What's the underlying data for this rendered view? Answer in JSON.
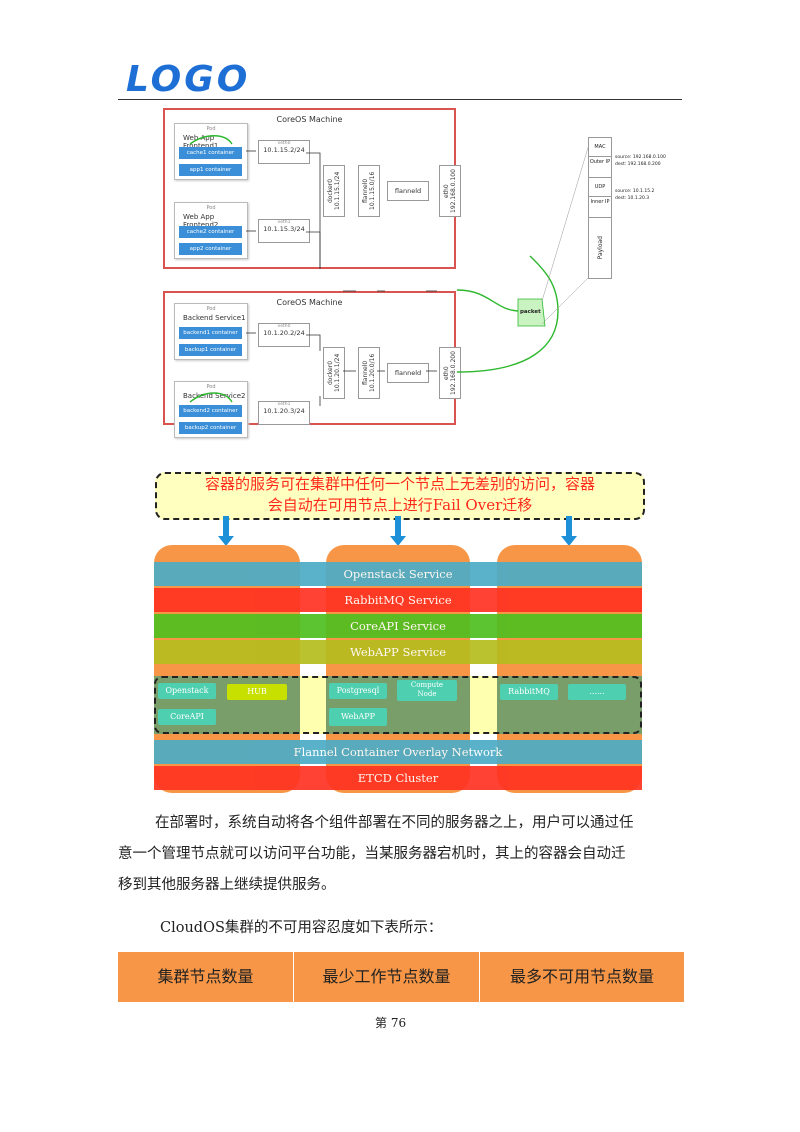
{
  "header": {
    "logo": "LOGO"
  },
  "diagram": {
    "machine_title": "CoreOS Machine",
    "pod_label": "Pod",
    "top": {
      "pod1": {
        "name": "Web App Frontend1",
        "c1": "cache1 container",
        "c2": "app1 container",
        "veth": "veth0",
        "ip": "10.1.15.2/24"
      },
      "pod2": {
        "name": "Web App Frontend2",
        "c1": "cache2 container",
        "c2": "app2 container",
        "veth": "veth1",
        "ip": "10.1.15.3/24"
      },
      "docker0": "docker0",
      "docker0_ip": "10.1.15.1/24",
      "flannel0": "flannel0",
      "flannel0_ip": "10.1.15.0/16",
      "flanneld": "flanneld",
      "eth0": "eth0",
      "eth0_ip": "192.168.0.100"
    },
    "bottom": {
      "pod1": {
        "name": "Backend Service1",
        "c1": "backend1 container",
        "c2": "backup1 container",
        "veth": "veth0",
        "ip": "10.1.20.2/24"
      },
      "pod2": {
        "name": "Backend Service2",
        "c1": "backend2 container",
        "c2": "backup2 container",
        "veth": "veth1",
        "ip": "10.1.20.3/24"
      },
      "docker0": "docker0",
      "docker0_ip": "10.1.20.1/24",
      "flannel0": "flannel0",
      "flannel0_ip": "10.1.20.0/16",
      "flanneld": "flanneld",
      "eth0": "eth0",
      "eth0_ip": "192.168.0.200"
    },
    "packet": {
      "label": "packet",
      "mac": "MAC",
      "outer_ip": "Outer IP",
      "udp": "UDP",
      "inner_ip": "Inner IP",
      "payload": "Payload",
      "outer_src": "source: 192.168.0.100",
      "outer_dst": "dest: 192.168.0.200",
      "inner_src": "source: 10.1.15.2",
      "inner_dst": "dest: 10.1.20.3"
    }
  },
  "cluster": {
    "banner_line1": "容器的服务可在集群中任何一个节点上无差别的访问，容器",
    "banner_line2": "会自动在可用节点上进行Fail Over迁移",
    "bands": [
      "Openstack Service",
      "RabbitMQ Service",
      "CoreAPI Service",
      "WebAPP Service",
      "Flannel Container Overlay Network",
      "ETCD Cluster"
    ],
    "tags": {
      "openstack": "Openstack",
      "hub": "HUB",
      "coreapi": "CoreAPI",
      "postgresql": "Postgresql",
      "compute": "Compute\nNode",
      "webapp": "WebAPP",
      "rabbitmq": "RabbitMQ",
      "more": "......"
    },
    "colors": {
      "orange": "#f79646",
      "blue": "#4bacc6",
      "red": "#ff3322",
      "green": "#4fbf1f",
      "olive": "#b5bd1f",
      "teal": "#4ecfb0"
    }
  },
  "text": {
    "para1_l1": "在部署时，系统自动将各个组件部署在不同的服务器之上，用户可以通过任",
    "para1_l2": "意一个管理节点就可以访问平台功能，当某服务器宕机时，其上的容器会自动迁",
    "para1_l3": "移到其他服务器上继续提供服务。",
    "para2": "CloudOS集群的不可用容忍度如下表所示："
  },
  "table": {
    "headers": [
      "集群节点数量",
      "最少工作节点数量",
      "最多不可用节点数量"
    ]
  },
  "footer": {
    "page": "第 76"
  }
}
